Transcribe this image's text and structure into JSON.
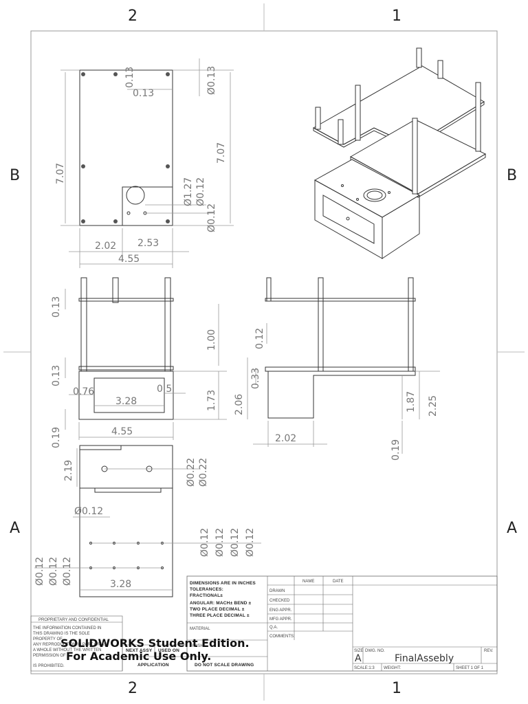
{
  "zones": {
    "top_left": "2",
    "top_right": "1",
    "bottom_left": "2",
    "bottom_right": "1",
    "left_upper": "B",
    "left_lower": "A",
    "right_upper": "B",
    "right_lower": "A"
  },
  "dimensions": {
    "top_view": [
      "0.13",
      "0.13",
      "0.13",
      "7.07",
      "7.07",
      "1.27",
      "0.12",
      "0.12",
      "2.02",
      "2.53",
      "4.55"
    ],
    "front_view": [
      "0.13",
      "0.13",
      "1.00",
      "0.76",
      "3.28",
      "0.5",
      "1.73",
      "0.19",
      "4.55"
    ],
    "side_view": [
      "0.12",
      "0.33",
      "2.06",
      "1.87",
      "2.25",
      "2.02",
      "0.19"
    ],
    "bottom_view": [
      "2.19",
      "0.22",
      "0.22",
      "0.12",
      "0.12",
      "0.12",
      "0.12",
      "0.12",
      "0.12",
      "0.12",
      "0.12",
      "3.28"
    ]
  },
  "title_block": {
    "dimensions_note": "DIMENSIONS ARE IN INCHES",
    "tolerances": "TOLERANCES:",
    "fractional": "FRACTIONAL±",
    "angular": "ANGULAR: MACH±    BEND ±",
    "two_place": "TWO PLACE DECIMAL    ±",
    "three_place": "THREE PLACE DECIMAL  ±",
    "material": "MATERIAL",
    "finish": "FINISH",
    "next_assy": "NEXT ASSY",
    "used_on": "USED ON",
    "application": "APPLICATION",
    "do_not_scale": "DO NOT SCALE DRAWING",
    "header_name": "NAME",
    "header_date": "DATE",
    "rows": [
      "DRAWN",
      "CHECKED",
      "ENG APPR.",
      "MFG APPR.",
      "Q.A.",
      "COMMENTS:"
    ],
    "size_label": "SIZE",
    "size_value": "A",
    "dwg_no_label": "DWG.  NO.",
    "dwg_no_value": "FinalAssebly",
    "rev_label": "REV.",
    "scale": "SCALE:1:3",
    "weight": "WEIGHT:",
    "sheet": "SHEET 1 OF 1"
  },
  "proprietary": {
    "title": "PROPRIETARY AND CONFIDENTIAL",
    "lines": [
      "THE INFORMATION CONTAINED IN",
      "THIS DRAWING IS THE SOLE",
      "PROPERTY OF",
      "ANY REPRODUCTION IN PART OR AS",
      "A WHOLE WITHOUT THE WRITTEN",
      "PERMISSION OF",
      "IS PROHIBITED."
    ]
  },
  "watermark": {
    "line1": "SOLIDWORKS Student Edition.",
    "line2": "For Academic Use Only."
  }
}
